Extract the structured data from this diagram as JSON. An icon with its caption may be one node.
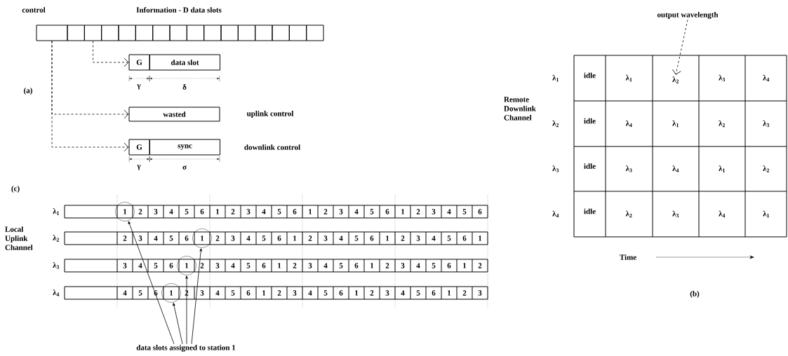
{
  "diagram": {
    "nodes": [
      {
        "text": [],
        "shape": "box"
      },
      {
        "text": [],
        "shape": "box"
      },
      {
        "text": [
          "G"
        ]
      },
      {
        "text": [
          "data slot"
        ]
      },
      {
        "text": [
          "wasted"
        ]
      },
      {
        "text": [
          "G"
        ]
      },
      {
        "text": [
          "sync"
        ]
      },
      {
        "text": [
          "1"
        ]
      },
      {
        "text": [
          "1"
        ]
      },
      {
        "text": [
          "1"
        ]
      },
      {
        "text": [
          "1"
        ]
      },
      {
        "text": [
          "data slots assigned to station 1"
        ]
      },
      {
        "text": [
          "output wavelength"
        ]
      },
      {
        "text": [
          "λ$_{2}$"
        ]
      }
    ],
    "edges": [
      {
        "from": 1,
        "to": 2,
        "arrow": "to",
        "style": "dashed"
      },
      {
        "from": 0,
        "to": 4,
        "arrow": "to",
        "style": "dashed"
      },
      {
        "from": 0,
        "to": 5,
        "arrow": "to",
        "style": "dashed"
      },
      {
        "from": 11,
        "to": 7,
        "arrow": "to"
      },
      {
        "from": 11,
        "to": 8,
        "arrow": "to"
      },
      {
        "from": 11,
        "to": 9,
        "arrow": "to"
      },
      {
        "from": 11,
        "to": 10,
        "arrow": "to"
      },
      {
        "from": 12,
        "to": 13,
        "arrow": "to",
        "style": "dashed"
      }
    ],
    "labels": [
      "control",
      "Information - D data slots",
      "(a)",
      "γ",
      "δ",
      "uplink control",
      "downlink control",
      "γ",
      "σ",
      "Remote Downlink Channel",
      "λ$_{1}$",
      "λ$_{2}$",
      "λ$_{3}$",
      "λ$_{4}$",
      "idle",
      "λ$_{1}$",
      "λ$_{3}$",
      "λ$_{4}$",
      "idle",
      "λ$_{4}$",
      "λ$_{1}$",
      "λ$_{2}$",
      "λ$_{3}$",
      "idle",
      "λ$_{3}$",
      "λ$_{4}$",
      "λ$_{1}$",
      "λ$_{2}$",
      "idle",
      "λ$_{2}$",
      "λ$_{3}$",
      "λ$_{4}$",
      "λ$_{1}$",
      "Time",
      "(b)",
      "(c)",
      "Local Uplink Channel",
      "λ$_{1}$",
      "λ$_{2}$",
      "λ$_{3}$",
      "λ$_{4}$",
      "2",
      "3",
      "4",
      "5",
      "6",
      "1",
      "2",
      "3",
      "4",
      "5",
      "6",
      "1",
      "2",
      "3",
      "4",
      "5",
      "6",
      "1",
      "2",
      "3",
      "4",
      "5",
      "6",
      "2",
      "3",
      "4",
      "5",
      "6",
      "2",
      "3",
      "4",
      "5",
      "6",
      "1",
      "2",
      "3",
      "4",
      "5",
      "6",
      "1",
      "2",
      "3",
      "4",
      "5",
      "6",
      "1",
      "3",
      "4",
      "5",
      "6",
      "2",
      "3",
      "4",
      "5",
      "6",
      "1",
      "2",
      "3",
      "4",
      "5",
      "6",
      "1",
      "2",
      "3",
      "4",
      "5",
      "6",
      "1",
      "2",
      "4",
      "5",
      "6",
      "2",
      "3",
      "4",
      "5",
      "6",
      "1",
      "2",
      "3",
      "4",
      "5",
      "6",
      "1",
      "2",
      "3",
      "4",
      "5",
      "6",
      "1",
      "2",
      "3"
    ]
  }
}
